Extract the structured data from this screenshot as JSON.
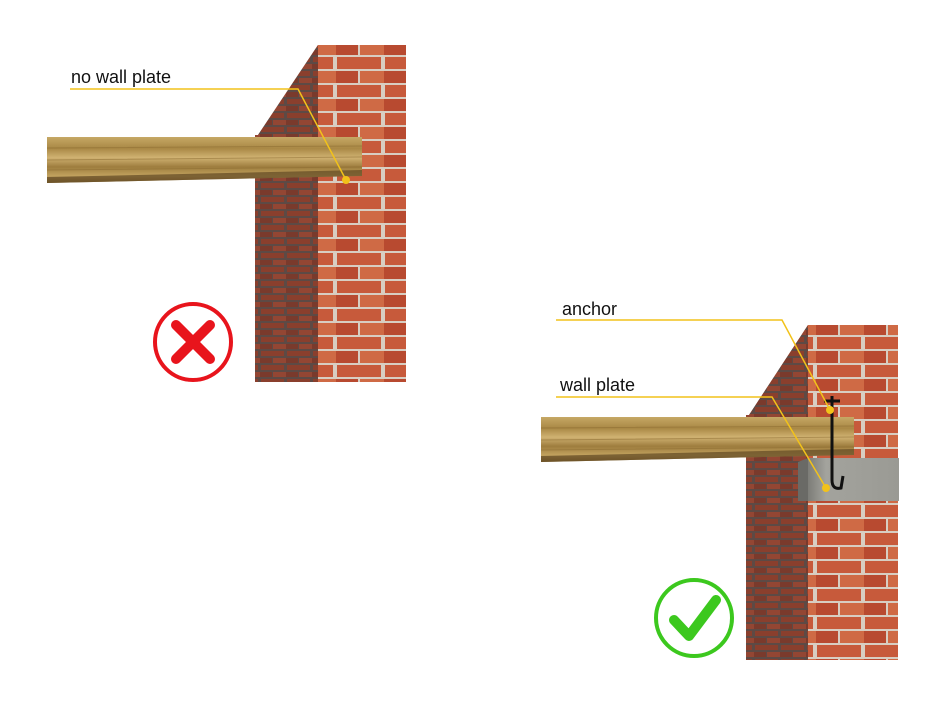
{
  "labels": {
    "no_wall_plate": "no wall plate",
    "anchor": "anchor",
    "wall_plate": "wall plate"
  },
  "status": {
    "incorrect": {
      "meaning": "incorrect",
      "icon": "x-circle-icon",
      "color": "#e8141c"
    },
    "correct": {
      "meaning": "correct",
      "icon": "check-circle-icon",
      "color": "#3cc81e"
    }
  },
  "colors": {
    "callout_line": "#f2c21a",
    "callout_dot": "#f2c21a",
    "brick": "#c4583a",
    "mortar": "#d9cfc3",
    "wood": "#b99a52",
    "concrete_plate": "#9a9a94",
    "anchor": "#111111"
  }
}
